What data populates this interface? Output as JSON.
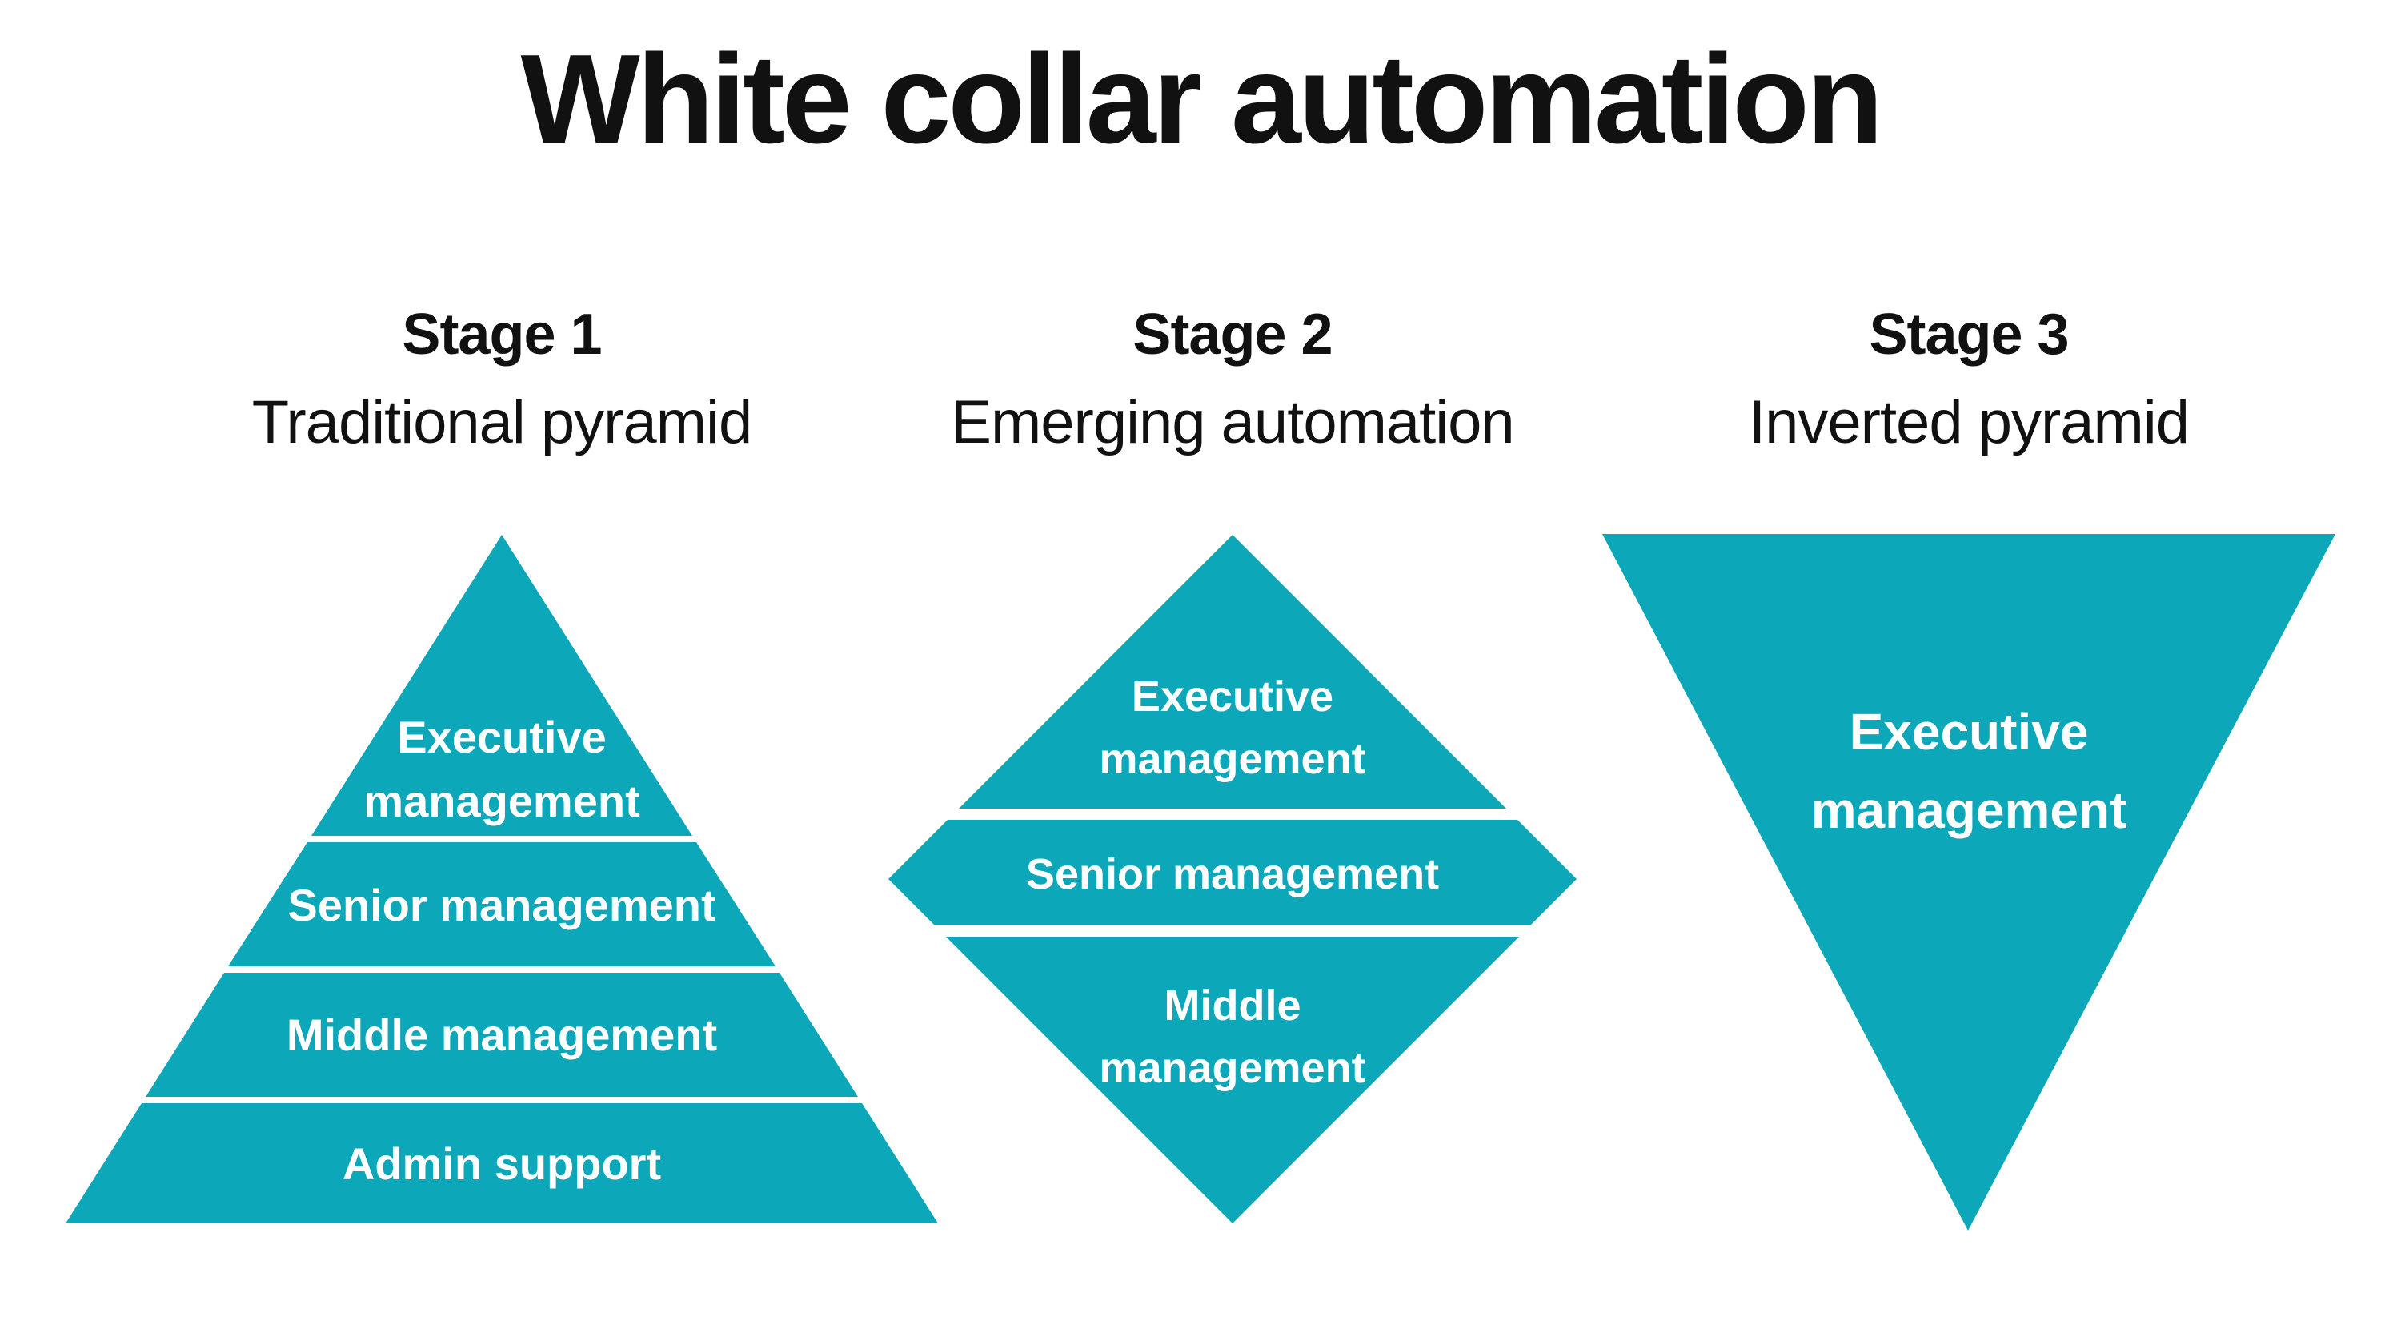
{
  "title": "White collar automation",
  "colors": {
    "accent": "#0DA7BA",
    "background": "#FFFFFF",
    "heading_text": "#111111",
    "shape_text": "#FFFFFF"
  },
  "stages": [
    {
      "label": "Stage 1",
      "subtitle": "Traditional pyramid",
      "shape": "pyramid",
      "layers": [
        {
          "name": "Executive management",
          "lines": [
            "Executive",
            "management"
          ]
        },
        {
          "name": "Senior management",
          "lines": [
            "Senior management"
          ]
        },
        {
          "name": "Middle management",
          "lines": [
            "Middle management"
          ]
        },
        {
          "name": "Admin support",
          "lines": [
            "Admin support"
          ]
        }
      ]
    },
    {
      "label": "Stage 2",
      "subtitle": "Emerging automation",
      "shape": "diamond",
      "layers": [
        {
          "name": "Executive management",
          "lines": [
            "Executive",
            "management"
          ]
        },
        {
          "name": "Senior management",
          "lines": [
            "Senior management"
          ]
        },
        {
          "name": "Middle management",
          "lines": [
            "Middle",
            "management"
          ]
        }
      ]
    },
    {
      "label": "Stage 3",
      "subtitle": "Inverted pyramid",
      "shape": "inverted-pyramid",
      "layers": [
        {
          "name": "Executive management",
          "lines": [
            "Executive",
            "management"
          ]
        }
      ]
    }
  ]
}
